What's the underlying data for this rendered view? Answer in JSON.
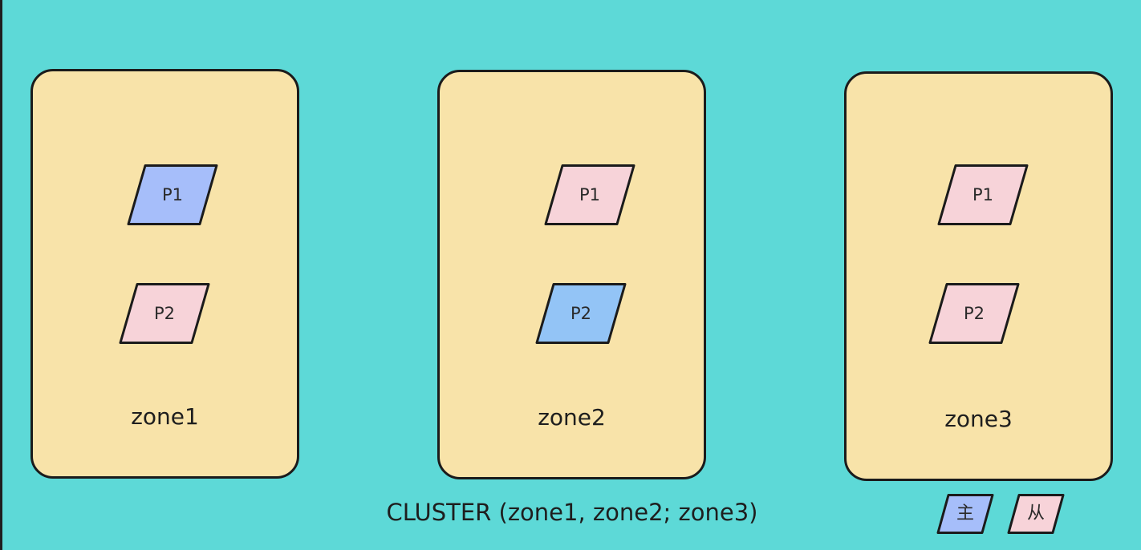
{
  "colors": {
    "background": "#5dd9d7",
    "zone_fill": "#f8e3a9",
    "leader": "#a6befa",
    "leader_alt": "#93c4f6",
    "follower": "#f7d3d9",
    "outline": "#1b1b1b"
  },
  "cluster": {
    "label": "CLUSTER (zone1, zone2; zone3)"
  },
  "zones": [
    {
      "label": "zone1",
      "partitions": [
        {
          "label": "P1",
          "role": "leader"
        },
        {
          "label": "P2",
          "role": "follower"
        }
      ]
    },
    {
      "label": "zone2",
      "partitions": [
        {
          "label": "P1",
          "role": "follower"
        },
        {
          "label": "P2",
          "role": "leader"
        }
      ]
    },
    {
      "label": "zone3",
      "partitions": [
        {
          "label": "P1",
          "role": "follower"
        },
        {
          "label": "P2",
          "role": "follower"
        }
      ]
    }
  ],
  "legend": [
    {
      "label": "主",
      "role": "leader"
    },
    {
      "label": "从",
      "role": "follower"
    }
  ]
}
